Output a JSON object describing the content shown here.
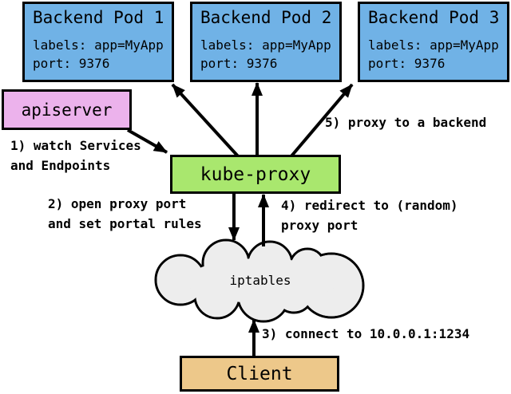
{
  "diagram": {
    "nodes": {
      "pods": [
        {
          "title": "Backend Pod 1",
          "labels_line": "labels: app=MyApp",
          "port_line": "port: 9376"
        },
        {
          "title": "Backend Pod 2",
          "labels_line": "labels: app=MyApp",
          "port_line": "port: 9376"
        },
        {
          "title": "Backend Pod 3",
          "labels_line": "labels: app=MyApp",
          "port_line": "port: 9376"
        }
      ],
      "apiserver": {
        "label": "apiserver"
      },
      "kube_proxy": {
        "label": "kube-proxy"
      },
      "iptables": {
        "label": "iptables"
      },
      "client": {
        "label": "Client"
      }
    },
    "annotations": {
      "step1": "1) watch Services\nand Endpoints",
      "step2": "2) open proxy port\nand set portal rules",
      "step3": "3) connect to 10.0.0.1:1234",
      "step4": "4) redirect to (random)\nproxy port",
      "step5": "5) proxy to a backend"
    },
    "edges": [
      {
        "from": "apiserver",
        "to": "kube-proxy"
      },
      {
        "from": "kube-proxy",
        "to": "backend-pod-1"
      },
      {
        "from": "kube-proxy",
        "to": "backend-pod-2"
      },
      {
        "from": "kube-proxy",
        "to": "backend-pod-3"
      },
      {
        "from": "kube-proxy",
        "to": "iptables"
      },
      {
        "from": "iptables",
        "to": "kube-proxy"
      },
      {
        "from": "client",
        "to": "iptables"
      }
    ],
    "colors": {
      "pod_fill": "#70b2e6",
      "apiserver_fill": "#ecb2ec",
      "kube_proxy_fill": "#a9e76e",
      "client_fill": "#edc88a",
      "cloud_fill": "#ededed",
      "border": "#000000",
      "arrow": "#000000"
    }
  }
}
